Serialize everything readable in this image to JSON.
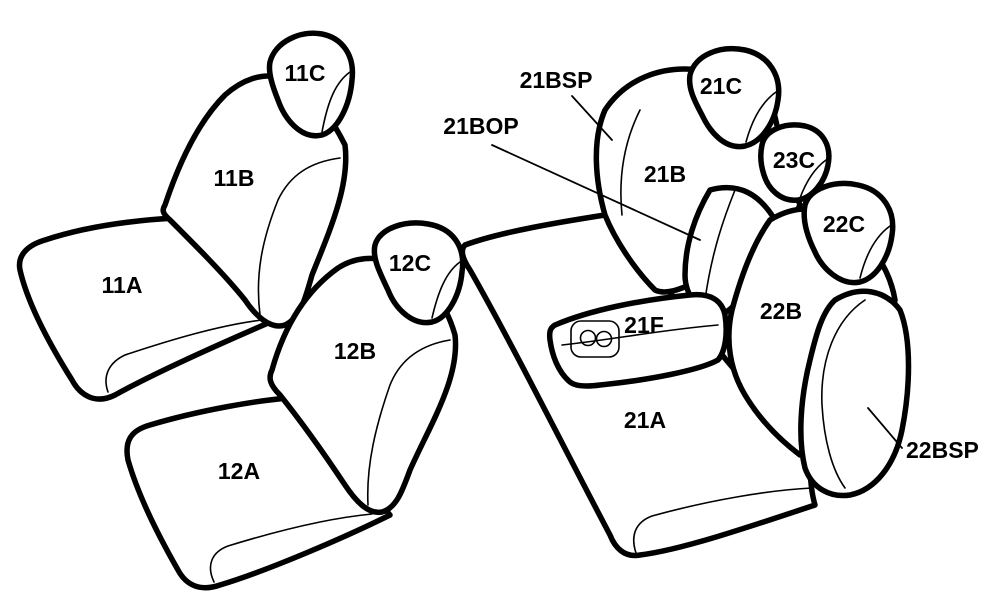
{
  "labels": {
    "seat_11a": "11A",
    "seat_11b": "11B",
    "seat_11c": "11C",
    "seat_12a": "12A",
    "seat_12b": "12B",
    "seat_12c": "12C",
    "seat_21a": "21A",
    "seat_21b": "21B",
    "seat_21c": "21C",
    "seat_21f": "21F",
    "seat_21bsp": "21BSP",
    "seat_21bop": "21BOP",
    "seat_22b": "22B",
    "seat_22c": "22C",
    "seat_22bsp": "22BSP",
    "seat_23c": "23C"
  },
  "colors": {
    "line": "#000000",
    "fill": "#ffffff"
  }
}
